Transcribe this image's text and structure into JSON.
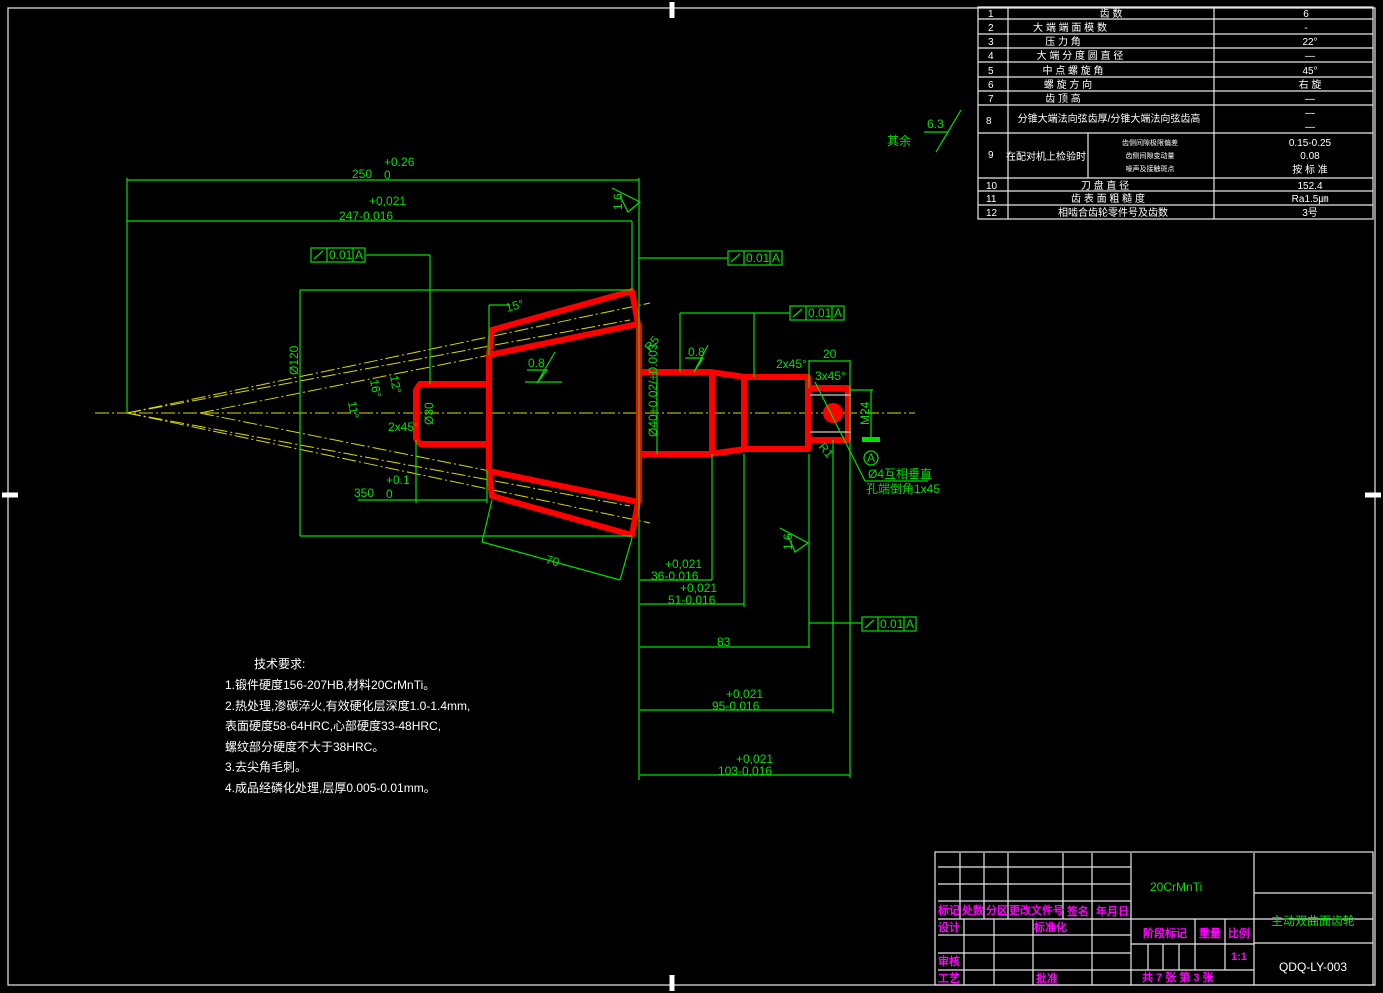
{
  "params_table": [
    {
      "no": "1",
      "name": "齿  数",
      "value": "6"
    },
    {
      "no": "2",
      "name": "大 端 端 面 模 数",
      "value": "-"
    },
    {
      "no": "3",
      "name": "压  力  角",
      "value": "22°"
    },
    {
      "no": "4",
      "name": "大 端 分 度 圆 直 径",
      "value": "—"
    },
    {
      "no": "5",
      "name": "中 点 螺 旋 角",
      "value": "45°"
    },
    {
      "no": "6",
      "name": "螺 旋 方 向",
      "value": "右  旋"
    },
    {
      "no": "7",
      "name": "齿 顶 高",
      "value": "—"
    },
    {
      "no": "8",
      "name": "分锥大端法向弦齿厚/分锥大端法向弦齿高",
      "value": "—",
      "value2": "—"
    },
    {
      "no": "9",
      "name": "在配对机上检验时",
      "sub": [
        "齿侧间隙极限偏差",
        "齿侧间隙变动量",
        "噪声及接触斑点"
      ],
      "values": [
        "0.15-0.25",
        "0.08",
        "按 标 准"
      ]
    },
    {
      "no": "10",
      "name": "刀 盘 直 径",
      "value": "152.4"
    },
    {
      "no": "11",
      "name": "齿 表 面 粗 糙 度",
      "value": "Ra1.5㎛"
    },
    {
      "no": "12",
      "name": "相啮合齿轮零件号及齿数",
      "value": "3号"
    }
  ],
  "roughness_other": {
    "label": "其余",
    "value": "6.3"
  },
  "dimensions": {
    "d250": "250",
    "d250_tol": "+0.26",
    "d250_sub": "0",
    "d247_up": "+0,021",
    "d247": "247-0,016",
    "d120": "Ø120",
    "d350": "350",
    "d350_tol": "+0.1",
    "d350_sub": "0",
    "a15": "15°",
    "a11": "11°",
    "a16": "16°",
    "a12": "12°",
    "d30": "Ø30",
    "ch1": "2x45°",
    "d70": "70",
    "r5": "R5",
    "r08": "0.8",
    "d40": "Ø40+0.02/+0.003",
    "ra16a": "1.6",
    "ra16b": "1.6",
    "ch2": "2x45°",
    "ch3": "3x45°",
    "d20": "20",
    "m24": "M24",
    "r1": "R1",
    "datum": "A",
    "hole_note1": "Ø4互相垂直",
    "hole_note2": "孔端倒角1x45",
    "d36_up": "+0,021",
    "d36": "36-0,016",
    "d51_up": "+0,021",
    "d51": "51-0,016",
    "d83": "83",
    "d95_up": "+0,021",
    "d95": "95-0,016",
    "d103_up": "+0,021",
    "d103": "103-0,016",
    "tol_val": "0.01",
    "tol_datum": "A"
  },
  "tech_requirements": {
    "title": "技术要求:",
    "lines": [
      "1.锻件硬度156-207HB,材料20CrMnTi。",
      "2.热处理,渗碳淬火,有效硬化层深度1.0-1.4mm,",
      "表面硬度58-64HRC,心部硬度33-48HRC,",
      "螺纹部分硬度不大于38HRC。",
      "3.去尖角毛刺。",
      "4.成品经磷化处理,层厚0.005-0.01mm。"
    ]
  },
  "title_block": {
    "material": "20CrMnTi",
    "part_name": "主动双曲面齿轮",
    "drawing_no": "QDQ-LY-003",
    "labels": {
      "mark": "标记",
      "count": "处数",
      "zone": "分区",
      "change_doc": "更改文件号",
      "sign": "签名",
      "date": "年月日",
      "design": "设计",
      "standard": "标准化",
      "review": "审核",
      "process": "工艺",
      "approve": "批准",
      "stage": "阶段标记",
      "weight": "重量",
      "scale": "比例"
    },
    "scale": "1:1",
    "sheets": "共 7 张 第 3 张"
  }
}
